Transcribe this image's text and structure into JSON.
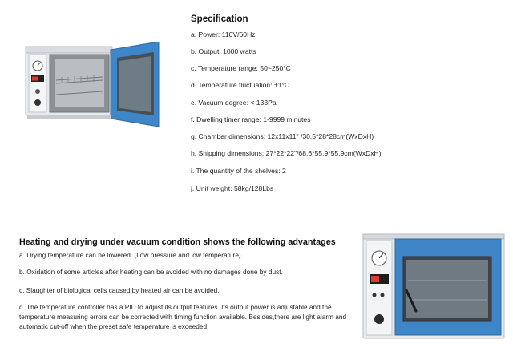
{
  "specification": {
    "title": "Specification",
    "items": [
      "a. Power: 110V/60Hz",
      "b. Output: 1000 watts",
      "c. Temperature range: 50~250°C",
      "d. Temperature fluctuation: ±1°C",
      "e. Vacuum degree: < 133Pa",
      "f. Dwelling timer range: 1-9999 minutes",
      "g. Chamber dimensions: 12x11x11\" /30.5*28*28cm(WxDxH)",
      "h. Shipping dimensions: 27*22*22\"/68.6*55.9*55.9cm(WxDxH)",
      "i. The quantity of the shelves: 2",
      "j. Unit weight: 58kg/128Lbs"
    ]
  },
  "advantages": {
    "title": "Heating and drying under vacuum condition shows the following advantages",
    "items": [
      "a. Drying temperature can be lowered. (Low pressure and low temperature).",
      "b. Oxidation of some articles after heating can be avoided with no damages done by dust.",
      "c. Slaughter of biological cells caused by heated air can be avoided.",
      "d. The temperature controller has a PID to adjust its output features. Its output power is adjustable and the temperature measuring errors can be corrected with timing function available. Besides,there are light alarm and automatic cut-off when the preset safe temperature is exceeded."
    ]
  },
  "colors": {
    "oven_blue": "#3f86c8",
    "oven_body": "#e9ecef"
  }
}
